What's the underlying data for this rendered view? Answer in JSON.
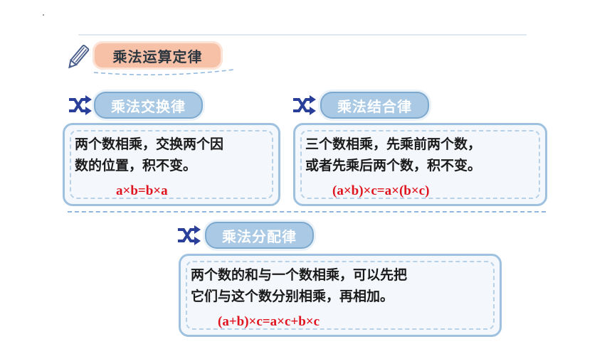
{
  "title": "乘法运算定律",
  "laws": {
    "commutative": {
      "name": "乘法交换律",
      "line1": "两个数相乘，交换两个因",
      "line2": "数的位置，积不变。",
      "formula": "a×b=b×a"
    },
    "associative": {
      "name": "乘法结合律",
      "line1": "三个数相乘，先乘前两个数，",
      "line2": "或者先乘后两个数，积不变。",
      "formula": "(a×b)×c=a×(b×c)"
    },
    "distributive": {
      "name": "乘法分配律",
      "line1": "两个数的和与一个数相乘，可以先把",
      "line2": "它们与这个数分别相乘，再相加。",
      "formula": "(a+b)×c=a×c+b×c"
    }
  },
  "icons": {
    "title_icon": "pencil-icon",
    "pill_icon": "shuffle-icon"
  },
  "colors": {
    "title_bg": "#f7c1a8",
    "pill_bg": "#a9c9e4",
    "card_border": "#9ec1e0",
    "formula": "#e0141e",
    "icon": "#2a3f9a"
  }
}
